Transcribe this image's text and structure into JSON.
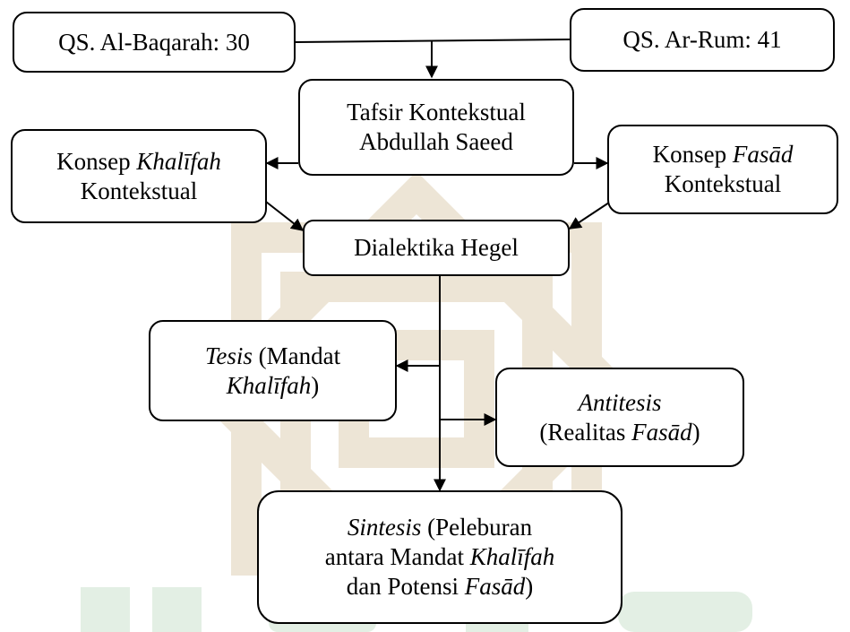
{
  "nodes": {
    "qs_baqarah": {
      "text": "QS. Al-Baqarah: 30"
    },
    "qs_rum": {
      "text": "QS. Ar-Rum: 41"
    },
    "tafsir": {
      "line1": "Tafsir Kontekstual",
      "line2": "Abdullah Saeed"
    },
    "khalifah": {
      "line1_a": "Konsep ",
      "line1_b": "Khalīfah",
      "line2": "Kontekstual"
    },
    "fasad": {
      "line1_a": "Konsep ",
      "line1_b": "Fasād",
      "line2": "Kontekstual"
    },
    "hegel": {
      "text": "Dialektika Hegel"
    },
    "tesis": {
      "line1_a": "Tesis",
      "line1_b": " (Mandat",
      "line2_a": "Khalīfah",
      "line2_b": ")"
    },
    "antitesis": {
      "line1": "Antitesis",
      "line2_a": "(Realitas ",
      "line2_b": "Fasād",
      "line2_c": ")"
    },
    "sintesis": {
      "line1_a": "Sintesis",
      "line1_b": " (Peleburan",
      "line2_a": "antara Mandat ",
      "line2_b": "Khalīfah",
      "line3_a": "dan Potensi ",
      "line3_b": "Fasād",
      "line3_c": ")"
    }
  },
  "colors": {
    "watermark_tan": "#ede5d6",
    "watermark_green": "#e3efe4",
    "line": "#000000"
  }
}
